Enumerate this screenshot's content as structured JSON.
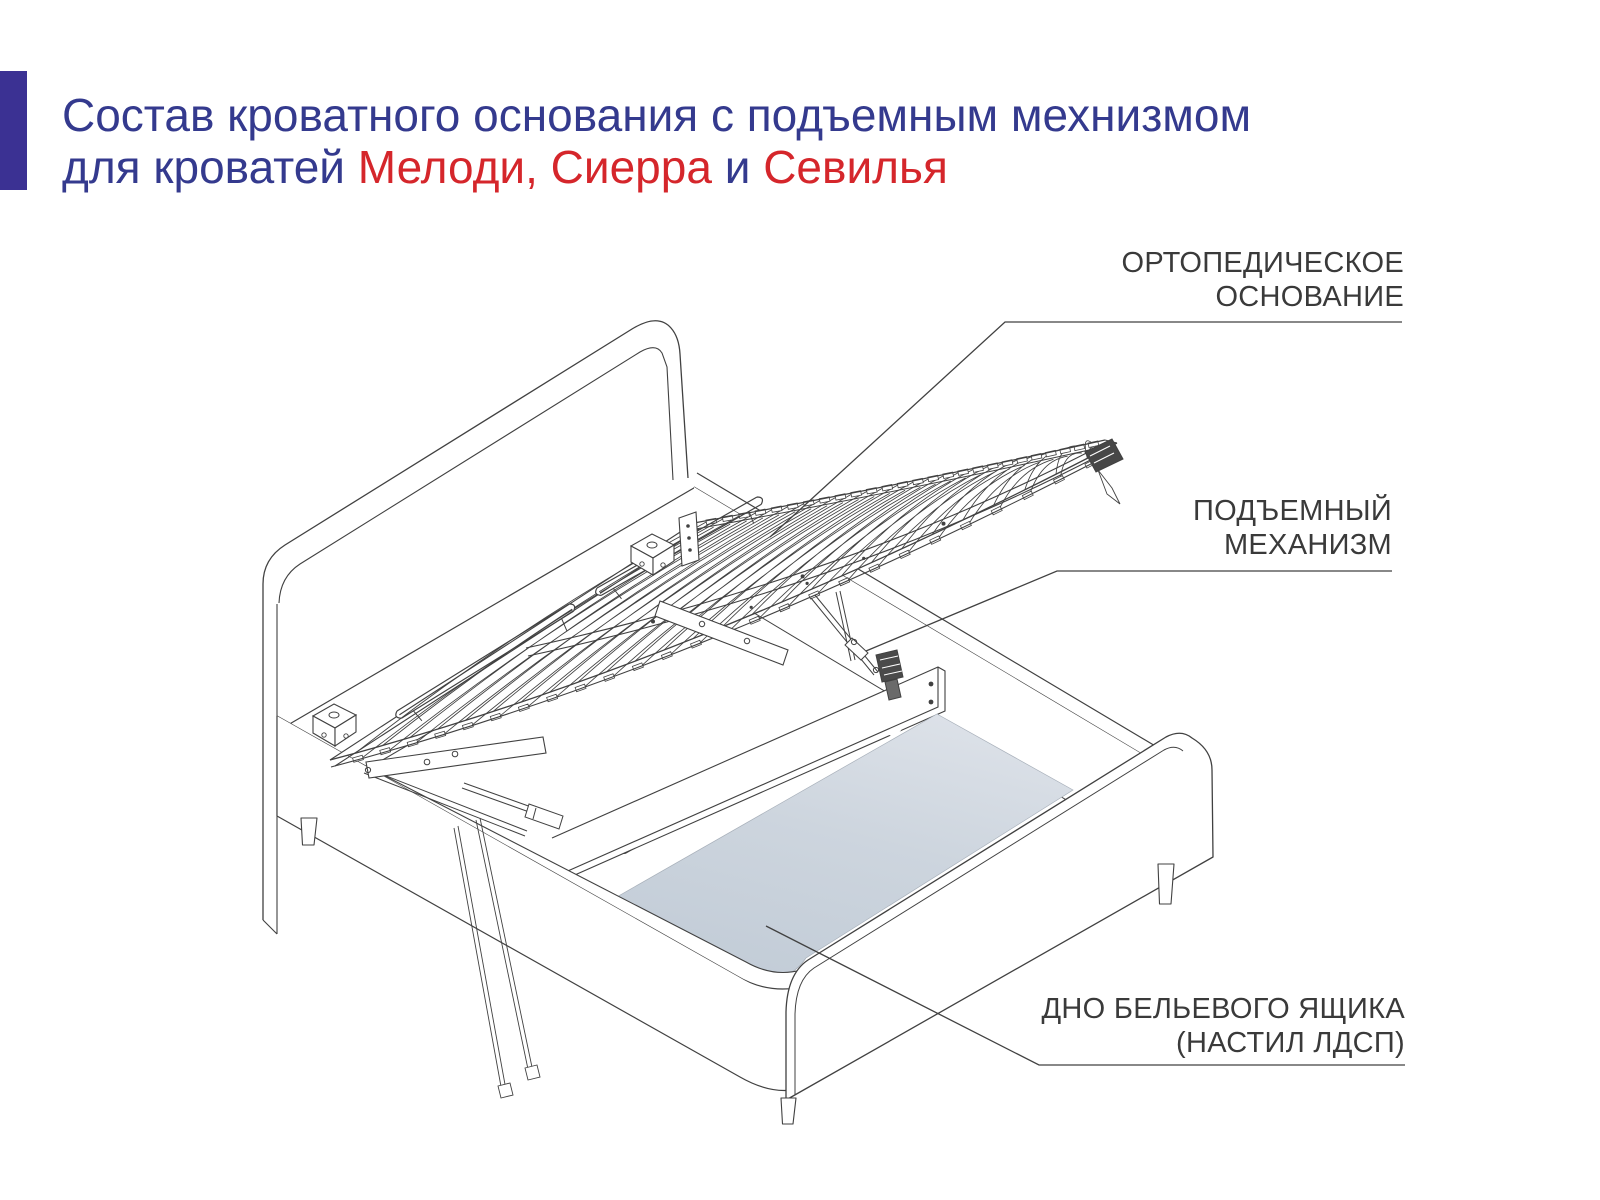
{
  "page": {
    "background": "#ffffff",
    "accent_bar_color": "#3b3193"
  },
  "title": {
    "line1": "Состав кроватного основания с подъемным мехнизмом",
    "line2_prefix": "для кроватей ",
    "line2_red1": "Мелоди, Сиерра",
    "line2_mid": " и ",
    "line2_red2": "Севилья",
    "color_navy": "#343a8e",
    "color_red": "#d5262b"
  },
  "labels": {
    "orthopedic_base": {
      "line1": "ОРТОПЕДИЧЕСКОЕ",
      "line2": "ОСНОВАНИЕ"
    },
    "lift_mechanism": {
      "line1": "ПОДЪЕМНЫЙ",
      "line2": "МЕХАНИЗМ"
    },
    "drawer_bottom": {
      "line1": "ДНО БЕЛЬЕВОГО ЯЩИКА",
      "line2": "(НАСТИЛ ЛДСП)"
    }
  },
  "diagram": {
    "line_color": "#414141",
    "panel_fill_light": "#dce1e8",
    "panel_fill_dark": "#c2ccd7",
    "parts": [
      "headboard",
      "storage-box",
      "orthopedic-base",
      "lift-mechanism-left",
      "lift-mechanism-middle",
      "drawer-bottom-panel",
      "footboard",
      "divider-plank"
    ]
  }
}
